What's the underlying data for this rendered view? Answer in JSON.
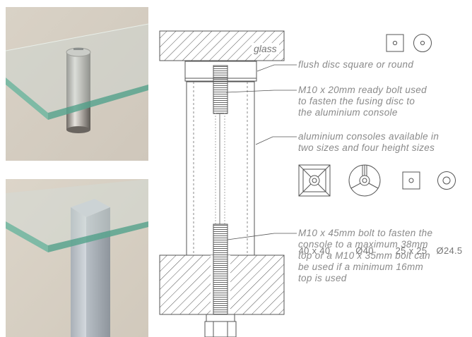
{
  "labels": {
    "glass": "glass",
    "flush_disc": "flush disc square or round",
    "ready_bolt": [
      "M10 x 20mm ready bolt used",
      "to fasten the fusing disc to",
      "the aluminium console"
    ],
    "consoles": [
      "aluminium consoles available in",
      "two sizes and four height sizes"
    ],
    "bolt_45": [
      "M10 x 45mm bolt to fasten the",
      "console to a maximum 38mm",
      "top or a M10 x 35mm bolt can",
      "be used if a minimum 16mm",
      "top is used"
    ]
  },
  "console_sizes": [
    "40 x 40",
    "Ø40",
    "25 x 25",
    "Ø24.5"
  ],
  "colors": {
    "text": "#8a8a8a",
    "line": "#555555",
    "glass_edge": "#4a9a88"
  }
}
